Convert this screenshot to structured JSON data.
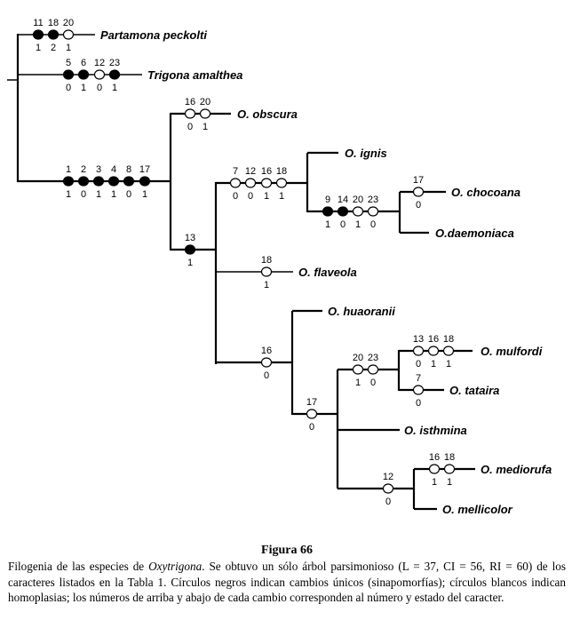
{
  "tree": {
    "taxa": [
      "Partamona peckolti",
      "Trigona amalthea",
      "O. obscura",
      "O. ignis",
      "O. chocoana",
      "O.daemoniaca",
      "O. flaveola",
      "O. huaoranii",
      "O. mulfordi",
      "O. tataira",
      "O. isthmina",
      "O. mediorufa",
      "O. mellicolor"
    ],
    "branches": [
      {
        "to": "Partamona peckolti",
        "changes": [
          {
            "char": "11",
            "state": "1",
            "type": "unique"
          },
          {
            "char": "18",
            "state": "2",
            "type": "unique"
          },
          {
            "char": "20",
            "state": "1",
            "type": "homoplasy"
          }
        ]
      },
      {
        "to": "Trigona amalthea",
        "changes": [
          {
            "char": "5",
            "state": "0",
            "type": "unique"
          },
          {
            "char": "6",
            "state": "1",
            "type": "unique"
          },
          {
            "char": "12",
            "state": "0",
            "type": "homoplasy"
          },
          {
            "char": "23",
            "state": "1",
            "type": "unique"
          }
        ]
      },
      {
        "to": "Oxytrigona",
        "changes": [
          {
            "char": "1",
            "state": "1",
            "type": "unique"
          },
          {
            "char": "2",
            "state": "0",
            "type": "unique"
          },
          {
            "char": "3",
            "state": "1",
            "type": "unique"
          },
          {
            "char": "4",
            "state": "1",
            "type": "unique"
          },
          {
            "char": "8",
            "state": "0",
            "type": "unique"
          },
          {
            "char": "17",
            "state": "1",
            "type": "unique"
          }
        ]
      },
      {
        "to": "O. obscura",
        "changes": [
          {
            "char": "16",
            "state": "0",
            "type": "homoplasy"
          },
          {
            "char": "20",
            "state": "1",
            "type": "homoplasy"
          }
        ]
      },
      {
        "to": "clade-13",
        "changes": [
          {
            "char": "13",
            "state": "1",
            "type": "unique"
          }
        ]
      },
      {
        "to": "clade-ignis",
        "changes": [
          {
            "char": "7",
            "state": "0",
            "type": "homoplasy"
          },
          {
            "char": "12",
            "state": "0",
            "type": "homoplasy"
          },
          {
            "char": "16",
            "state": "1",
            "type": "homoplasy"
          },
          {
            "char": "18",
            "state": "1",
            "type": "homoplasy"
          }
        ]
      },
      {
        "to": "clade-chocoana",
        "changes": [
          {
            "char": "9",
            "state": "1",
            "type": "unique"
          },
          {
            "char": "14",
            "state": "0",
            "type": "unique"
          },
          {
            "char": "20",
            "state": "1",
            "type": "homoplasy"
          },
          {
            "char": "23",
            "state": "0",
            "type": "homoplasy"
          }
        ]
      },
      {
        "to": "O. chocoana",
        "changes": [
          {
            "char": "17",
            "state": "0",
            "type": "homoplasy"
          }
        ]
      },
      {
        "to": "O. flaveola",
        "changes": [
          {
            "char": "18",
            "state": "1",
            "type": "homoplasy"
          }
        ]
      },
      {
        "to": "clade-huaoranii",
        "changes": [
          {
            "char": "16",
            "state": "0",
            "type": "homoplasy"
          }
        ]
      },
      {
        "to": "clade-17",
        "changes": [
          {
            "char": "17",
            "state": "0",
            "type": "homoplasy"
          }
        ]
      },
      {
        "to": "clade-mulfordi",
        "changes": [
          {
            "char": "20",
            "state": "1",
            "type": "homoplasy"
          },
          {
            "char": "23",
            "state": "0",
            "type": "homoplasy"
          }
        ]
      },
      {
        "to": "O. mulfordi",
        "changes": [
          {
            "char": "13",
            "state": "0",
            "type": "homoplasy"
          },
          {
            "char": "16",
            "state": "1",
            "type": "homoplasy"
          },
          {
            "char": "18",
            "state": "1",
            "type": "homoplasy"
          }
        ]
      },
      {
        "to": "O. tataira",
        "changes": [
          {
            "char": "7",
            "state": "0",
            "type": "homoplasy"
          }
        ]
      },
      {
        "to": "clade-mediorufa",
        "changes": [
          {
            "char": "12",
            "state": "0",
            "type": "homoplasy"
          }
        ]
      },
      {
        "to": "O. mediorufa",
        "changes": [
          {
            "char": "16",
            "state": "1",
            "type": "homoplasy"
          },
          {
            "char": "18",
            "state": "1",
            "type": "homoplasy"
          }
        ]
      }
    ]
  },
  "caption": {
    "title": "Figura 66",
    "text_before_genus": "Filogenia de las especies de ",
    "genus": "Oxytrigona",
    "text_after_genus": ". Se obtuvo un sólo árbol parsimonioso (L = 37, CI = 56, RI = 60) de los caracteres listados en la Tabla 1. Círculos negros indican cambios únicos (sinapomorfías); círculos blancos indican homoplasias; los números de arriba y abajo de cada cambio corresponden al número y estado del caracter."
  },
  "colors": {
    "line": "#000000",
    "unique_fill": "#000000",
    "homoplasy_fill": "#ffffff"
  }
}
